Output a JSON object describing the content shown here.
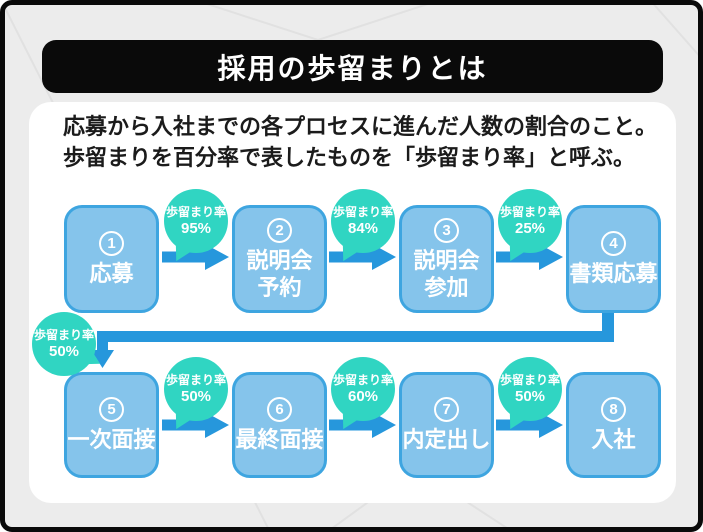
{
  "title": "採用の歩留まりとは",
  "description": "応募から入社までの各プロセスに進んだ人数の割合のこと。\n歩留まりを百分率で表したものを「歩留まり率」と呼ぶ。",
  "colors": {
    "bg": "#ececec",
    "frame-border": "#0a0a0a",
    "panel": "#ffffff",
    "title-bg": "#0a0a0a",
    "title-text": "#ffffff",
    "text": "#1b1b1b",
    "box-fill": "#85c4eb",
    "box-border": "#3ea5e0",
    "box-text": "#ffffff",
    "arrow": "#2697dc",
    "bubble": "#30d5c2",
    "bubble-text": "#ffffff",
    "pattern-line": "#e1e1e1"
  },
  "flow": {
    "steps": [
      {
        "number": "1",
        "label": "応募"
      },
      {
        "number": "2",
        "label": "説明会\n予約"
      },
      {
        "number": "3",
        "label": "説明会\n参加"
      },
      {
        "number": "4",
        "label": "書類応募"
      },
      {
        "number": "5",
        "label": "一次面接"
      },
      {
        "number": "6",
        "label": "最終面接"
      },
      {
        "number": "7",
        "label": "内定出し"
      },
      {
        "number": "8",
        "label": "入社"
      }
    ],
    "rates": [
      {
        "label": "歩留まり率",
        "value": "95%"
      },
      {
        "label": "歩留まり率",
        "value": "84%"
      },
      {
        "label": "歩留まり率",
        "value": "25%"
      },
      {
        "label": "歩留まり率",
        "value": "50%"
      },
      {
        "label": "歩留まり率",
        "value": "50%"
      },
      {
        "label": "歩留まり率",
        "value": "60%"
      },
      {
        "label": "歩留まり率",
        "value": "50%"
      }
    ]
  }
}
